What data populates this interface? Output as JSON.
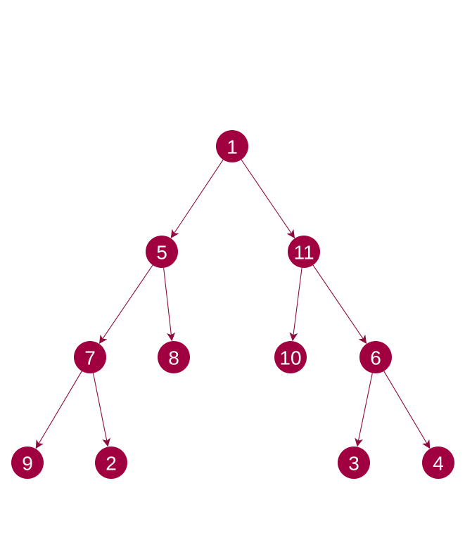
{
  "diagram": {
    "type": "directed-tree",
    "node_color": "#a0003f",
    "edge_color": "#8e0c3f",
    "label_color": "#ffffff",
    "nodes": [
      {
        "id": "1",
        "label": "1"
      },
      {
        "id": "5",
        "label": "5"
      },
      {
        "id": "11",
        "label": "11"
      },
      {
        "id": "7",
        "label": "7"
      },
      {
        "id": "8",
        "label": "8"
      },
      {
        "id": "10",
        "label": "10"
      },
      {
        "id": "6",
        "label": "6"
      },
      {
        "id": "9",
        "label": "9"
      },
      {
        "id": "2",
        "label": "2"
      },
      {
        "id": "3",
        "label": "3"
      },
      {
        "id": "4",
        "label": "4"
      }
    ],
    "edges": [
      {
        "from": "1",
        "to": "5"
      },
      {
        "from": "1",
        "to": "11"
      },
      {
        "from": "5",
        "to": "7"
      },
      {
        "from": "5",
        "to": "8"
      },
      {
        "from": "11",
        "to": "10"
      },
      {
        "from": "11",
        "to": "6"
      },
      {
        "from": "7",
        "to": "9"
      },
      {
        "from": "7",
        "to": "2"
      },
      {
        "from": "6",
        "to": "3"
      },
      {
        "from": "6",
        "to": "4"
      }
    ]
  }
}
